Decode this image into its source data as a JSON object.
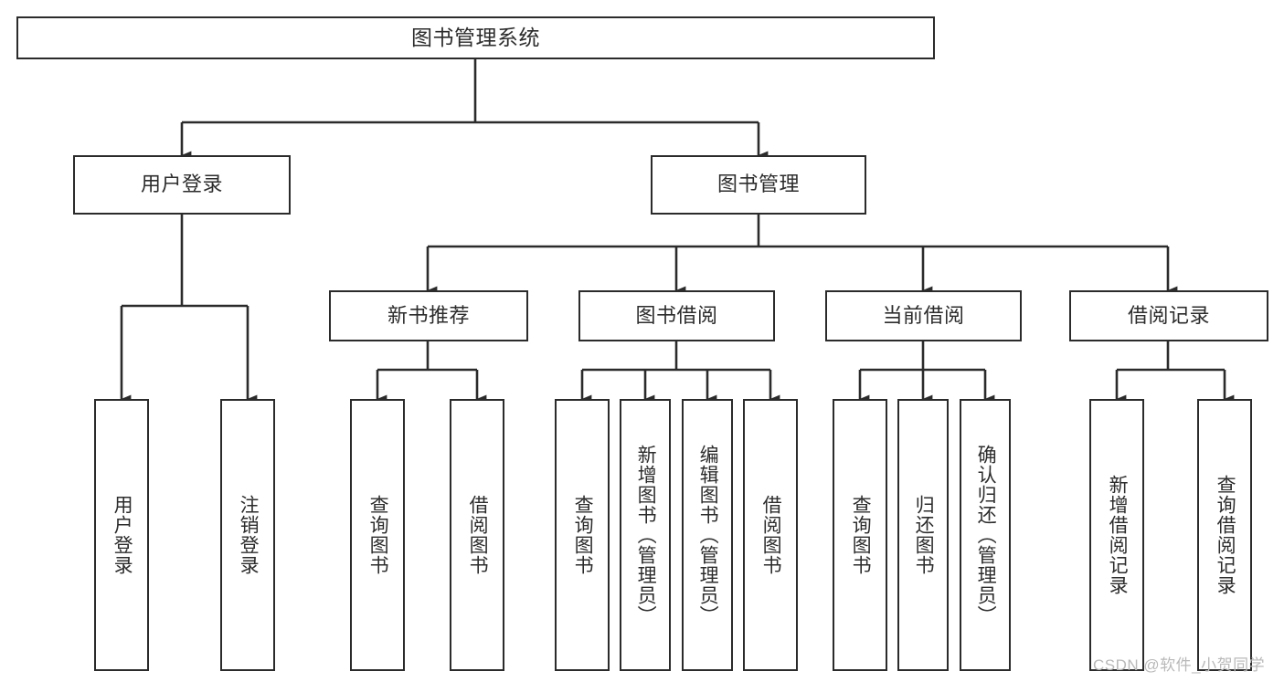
{
  "diagram": {
    "title": "图书管理系统",
    "type": "tree-hierarchy",
    "root": {
      "label": "图书管理系统"
    },
    "level1": [
      {
        "label": "用户登录"
      },
      {
        "label": "图书管理"
      }
    ],
    "level2": [
      {
        "label": "新书推荐"
      },
      {
        "label": "图书借阅"
      },
      {
        "label": "当前借阅"
      },
      {
        "label": "借阅记录"
      }
    ],
    "leaves": {
      "user_login": [
        {
          "label": "用户登录"
        },
        {
          "label": "注销登录"
        }
      ],
      "new_book_recommend": [
        {
          "label": "查询图书"
        },
        {
          "label": "借阅图书"
        }
      ],
      "book_borrow": [
        {
          "label": "查询图书"
        },
        {
          "label": "新增图书（管理员）"
        },
        {
          "label": "编辑图书（管理员）"
        },
        {
          "label": "借阅图书"
        }
      ],
      "current_borrow": [
        {
          "label": "查询图书"
        },
        {
          "label": "归还图书"
        },
        {
          "label": "确认归还（管理员）"
        }
      ],
      "borrow_records": [
        {
          "label": "新增借阅记录"
        },
        {
          "label": "查询借阅记录"
        }
      ]
    }
  },
  "watermark": {
    "text": "CSDN @软件_小贺同学"
  },
  "colors": {
    "border": "#2b2b2b",
    "text": "#2c2c2c",
    "background": "#ffffff",
    "watermark": "#b9b9b9"
  }
}
